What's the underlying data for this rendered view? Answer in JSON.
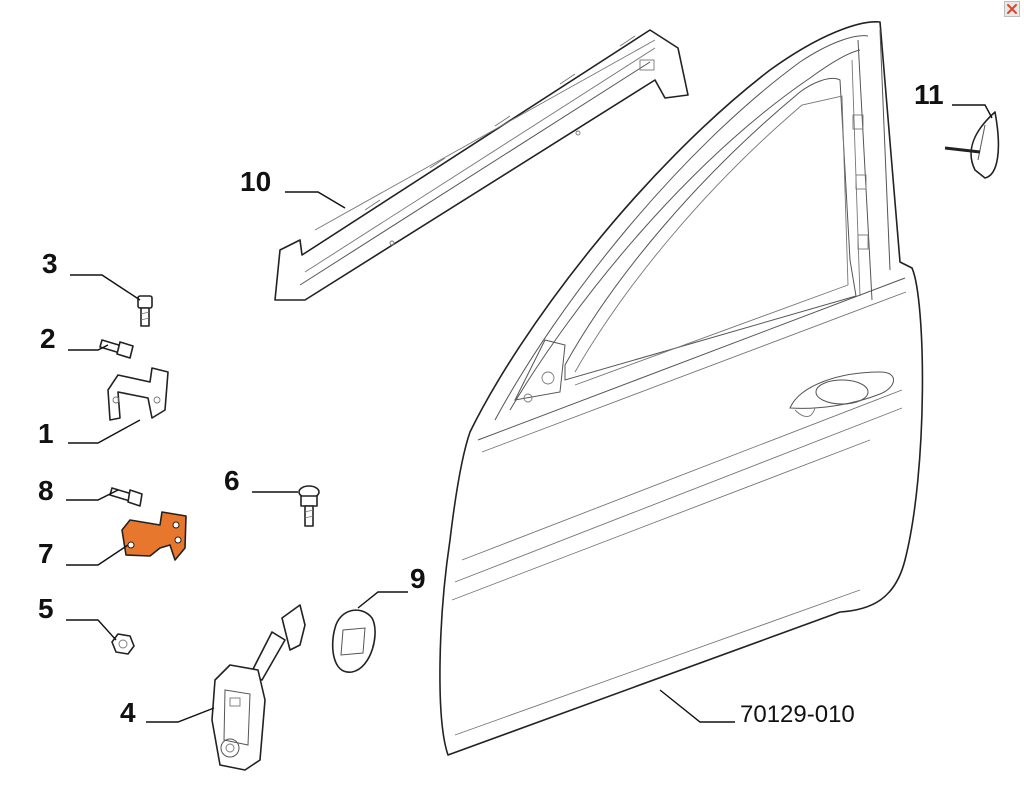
{
  "diagram": {
    "drawing_code": "70129-010",
    "callouts": [
      "1",
      "2",
      "3",
      "4",
      "5",
      "6",
      "7",
      "8",
      "9",
      "10",
      "11"
    ],
    "highlighted_part": "7",
    "highlight_color": "#e8772e"
  },
  "icons": {
    "close": "close-icon",
    "close_color": "#d9472b"
  }
}
